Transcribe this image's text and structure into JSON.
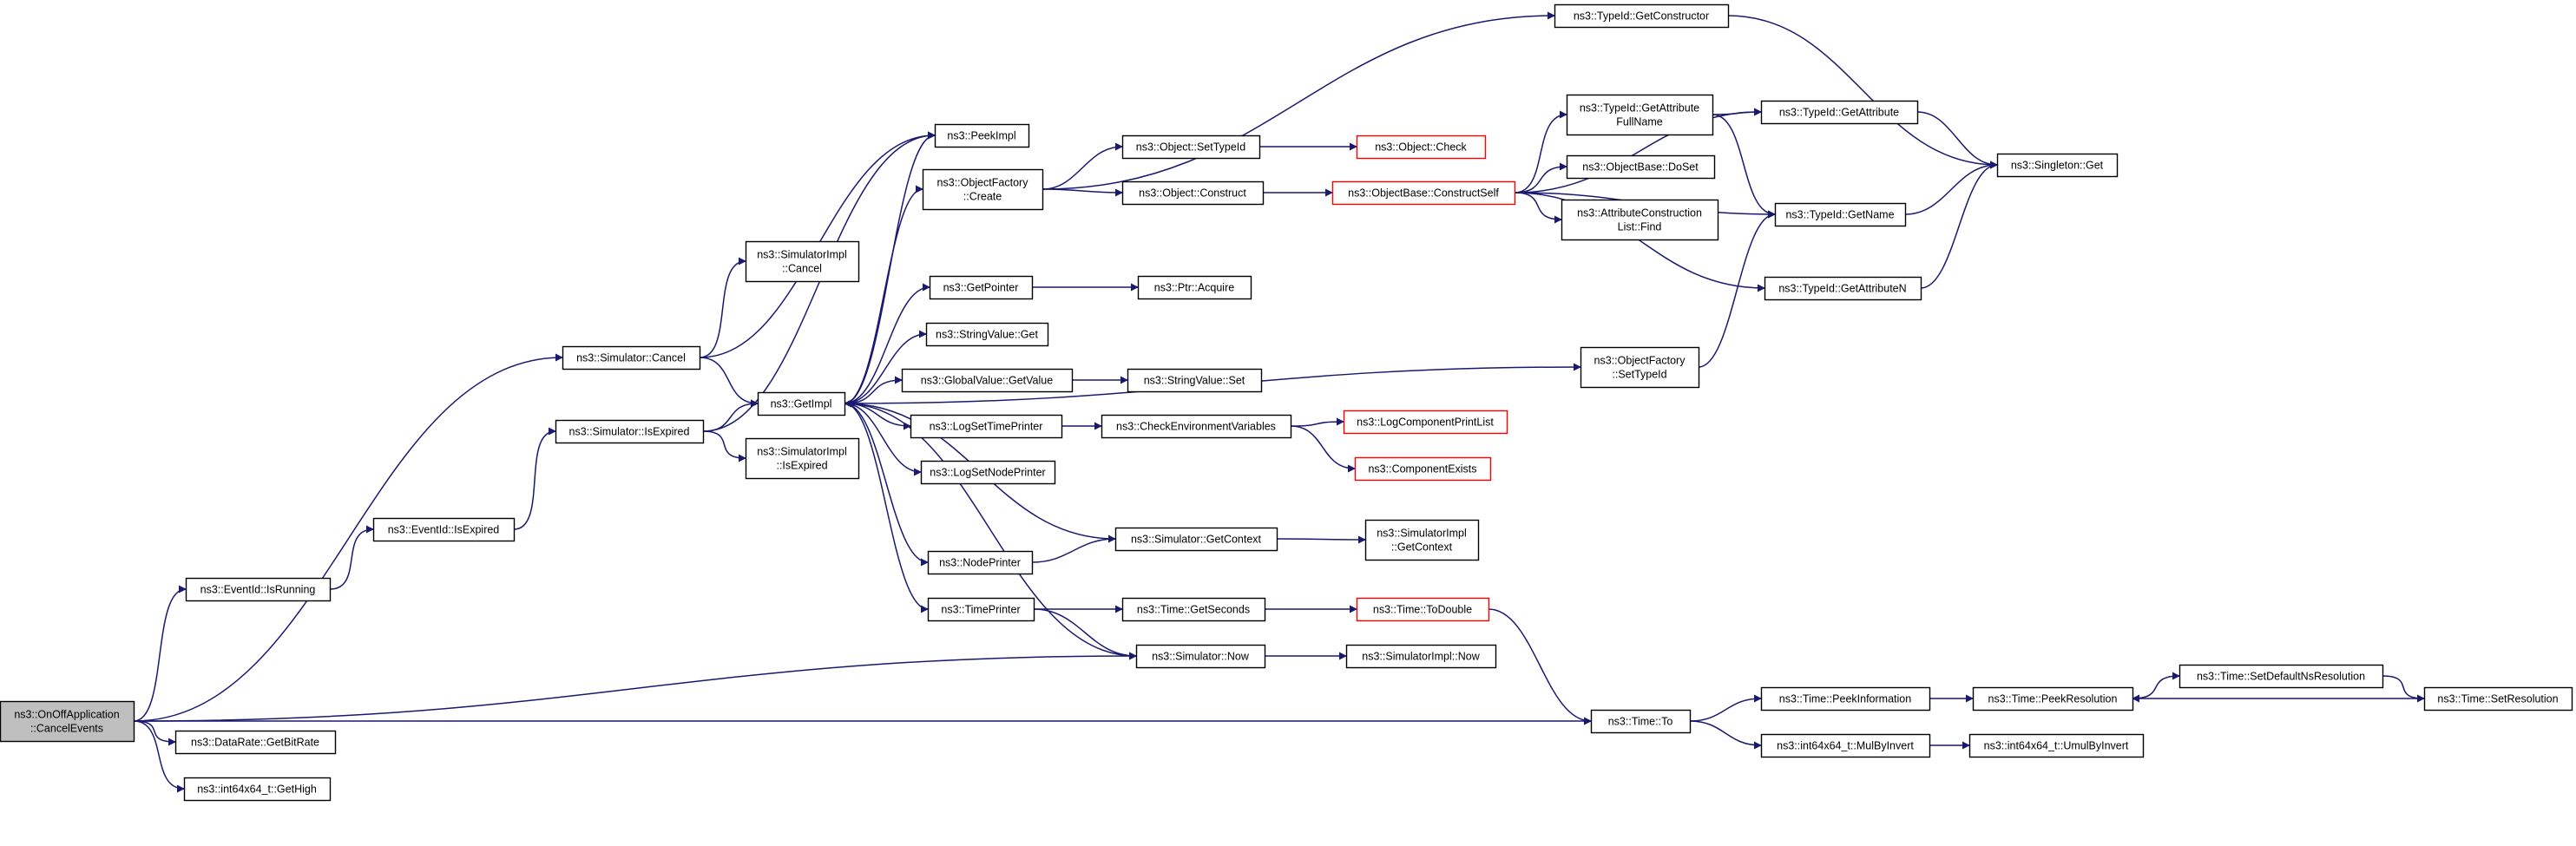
{
  "graph": {
    "edge_color": "#191970",
    "highlight_color": "#ff0000",
    "root_fill": "#bfbfbf",
    "nodes": [
      {
        "id": "root",
        "lines": [
          "ns3::OnOffApplication",
          "::CancelEvents"
        ],
        "style": "root"
      },
      {
        "id": "sim_cancel",
        "lines": [
          "ns3::Simulator::Cancel"
        ]
      },
      {
        "id": "eid_isrunning",
        "lines": [
          "ns3::EventId::IsRunning"
        ]
      },
      {
        "id": "datarate",
        "lines": [
          "ns3::DataRate::GetBitRate"
        ]
      },
      {
        "id": "int64_gethigh",
        "lines": [
          "ns3::int64x64_t::GetHigh"
        ]
      },
      {
        "id": "eid_isexpired",
        "lines": [
          "ns3::EventId::IsExpired"
        ]
      },
      {
        "id": "sim_isexpired",
        "lines": [
          "ns3::Simulator::IsExpired"
        ]
      },
      {
        "id": "simimpl_cancel",
        "lines": [
          "ns3::SimulatorImpl",
          "::Cancel"
        ]
      },
      {
        "id": "getimpl",
        "lines": [
          "ns3::GetImpl"
        ]
      },
      {
        "id": "simimpl_isexpired",
        "lines": [
          "ns3::SimulatorImpl",
          "::IsExpired"
        ]
      },
      {
        "id": "peekimpl",
        "lines": [
          "ns3::PeekImpl"
        ]
      },
      {
        "id": "objfactory_create",
        "lines": [
          "ns3::ObjectFactory",
          "::Create"
        ]
      },
      {
        "id": "getpointer",
        "lines": [
          "ns3::GetPointer"
        ]
      },
      {
        "id": "stringvalue_get",
        "lines": [
          "ns3::StringValue::Get"
        ]
      },
      {
        "id": "globalvalue_getvalue",
        "lines": [
          "ns3::GlobalValue::GetValue"
        ]
      },
      {
        "id": "logsettimeprinter",
        "lines": [
          "ns3::LogSetTimePrinter"
        ]
      },
      {
        "id": "logsetnodeprinter",
        "lines": [
          "ns3::LogSetNodePrinter"
        ]
      },
      {
        "id": "nodeprinter",
        "lines": [
          "ns3::NodePrinter"
        ]
      },
      {
        "id": "timeprinter",
        "lines": [
          "ns3::TimePrinter"
        ]
      },
      {
        "id": "typeid_getconstructor",
        "lines": [
          "ns3::TypeId::GetConstructor"
        ]
      },
      {
        "id": "object_settypeid",
        "lines": [
          "ns3::Object::SetTypeId"
        ]
      },
      {
        "id": "object_check",
        "lines": [
          "ns3::Object::Check"
        ],
        "style": "hl"
      },
      {
        "id": "object_construct",
        "lines": [
          "ns3::Object::Construct"
        ]
      },
      {
        "id": "objectbase_constructself",
        "lines": [
          "ns3::ObjectBase::ConstructSelf"
        ],
        "style": "hl"
      },
      {
        "id": "ptr_acquire",
        "lines": [
          "ns3::Ptr::Acquire"
        ]
      },
      {
        "id": "stringvalue_set",
        "lines": [
          "ns3::StringValue::Set"
        ]
      },
      {
        "id": "checkenv",
        "lines": [
          "ns3::CheckEnvironmentVariables"
        ]
      },
      {
        "id": "logcomponentprintlist",
        "lines": [
          "ns3::LogComponentPrintList"
        ],
        "style": "hl"
      },
      {
        "id": "componentexists",
        "lines": [
          "ns3::ComponentExists"
        ],
        "style": "hl"
      },
      {
        "id": "sim_getcontext",
        "lines": [
          "ns3::Simulator::GetContext"
        ]
      },
      {
        "id": "simimpl_getcontext",
        "lines": [
          "ns3::SimulatorImpl",
          "::GetContext"
        ]
      },
      {
        "id": "time_getseconds",
        "lines": [
          "ns3::Time::GetSeconds"
        ]
      },
      {
        "id": "time_todouble",
        "lines": [
          "ns3::Time::ToDouble"
        ],
        "style": "hl"
      },
      {
        "id": "sim_now",
        "lines": [
          "ns3::Simulator::Now"
        ]
      },
      {
        "id": "simimpl_now",
        "lines": [
          "ns3::SimulatorImpl::Now"
        ]
      },
      {
        "id": "typeid_getattributefullname",
        "lines": [
          "ns3::TypeId::GetAttribute",
          "FullName"
        ]
      },
      {
        "id": "objectbase_doset",
        "lines": [
          "ns3::ObjectBase::DoSet"
        ]
      },
      {
        "id": "attrconstruction_find",
        "lines": [
          "ns3::AttributeConstruction",
          "List::Find"
        ]
      },
      {
        "id": "objfactory_settypeid",
        "lines": [
          "ns3::ObjectFactory",
          "::SetTypeId"
        ]
      },
      {
        "id": "typeid_getattribute",
        "lines": [
          "ns3::TypeId::GetAttribute"
        ]
      },
      {
        "id": "typeid_getname",
        "lines": [
          "ns3::TypeId::GetName"
        ]
      },
      {
        "id": "typeid_getattributen",
        "lines": [
          "ns3::TypeId::GetAttributeN"
        ]
      },
      {
        "id": "singleton_get",
        "lines": [
          "ns3::Singleton::Get"
        ]
      },
      {
        "id": "time_to",
        "lines": [
          "ns3::Time::To"
        ]
      },
      {
        "id": "time_peekinformation",
        "lines": [
          "ns3::Time::PeekInformation"
        ]
      },
      {
        "id": "int64_mulbyinvert",
        "lines": [
          "ns3::int64x64_t::MulByInvert"
        ]
      },
      {
        "id": "time_peekresolution",
        "lines": [
          "ns3::Time::PeekResolution"
        ]
      },
      {
        "id": "int64_umulbyinvert",
        "lines": [
          "ns3::int64x64_t::UmulByInvert"
        ]
      },
      {
        "id": "time_setdefaultnsresolution",
        "lines": [
          "ns3::Time::SetDefaultNsResolution"
        ]
      },
      {
        "id": "time_setresolution",
        "lines": [
          "ns3::Time::SetResolution"
        ]
      }
    ],
    "edges": [
      [
        "root",
        "sim_cancel"
      ],
      [
        "root",
        "eid_isrunning"
      ],
      [
        "root",
        "datarate"
      ],
      [
        "root",
        "int64_gethigh"
      ],
      [
        "root",
        "sim_now"
      ],
      [
        "root",
        "time_to"
      ],
      [
        "eid_isrunning",
        "eid_isexpired"
      ],
      [
        "eid_isexpired",
        "sim_isexpired"
      ],
      [
        "sim_cancel",
        "simimpl_cancel"
      ],
      [
        "sim_cancel",
        "getimpl"
      ],
      [
        "sim_cancel",
        "peekimpl"
      ],
      [
        "sim_isexpired",
        "getimpl"
      ],
      [
        "sim_isexpired",
        "simimpl_isexpired"
      ],
      [
        "sim_isexpired",
        "peekimpl"
      ],
      [
        "getimpl",
        "peekimpl"
      ],
      [
        "getimpl",
        "objfactory_create"
      ],
      [
        "getimpl",
        "getpointer"
      ],
      [
        "getimpl",
        "stringvalue_get"
      ],
      [
        "getimpl",
        "globalvalue_getvalue"
      ],
      [
        "getimpl",
        "logsettimeprinter"
      ],
      [
        "getimpl",
        "logsetnodeprinter"
      ],
      [
        "getimpl",
        "nodeprinter"
      ],
      [
        "getimpl",
        "timeprinter"
      ],
      [
        "getimpl",
        "objfactory_settypeid"
      ],
      [
        "sim_getcontext",
        "getimpl"
      ],
      [
        "sim_now",
        "getimpl"
      ],
      [
        "objfactory_create",
        "typeid_getconstructor"
      ],
      [
        "objfactory_create",
        "object_settypeid"
      ],
      [
        "objfactory_create",
        "object_construct"
      ],
      [
        "object_settypeid",
        "object_check"
      ],
      [
        "object_construct",
        "objectbase_constructself"
      ],
      [
        "getpointer",
        "ptr_acquire"
      ],
      [
        "globalvalue_getvalue",
        "stringvalue_set"
      ],
      [
        "logsettimeprinter",
        "checkenv"
      ],
      [
        "checkenv",
        "logcomponentprintlist"
      ],
      [
        "checkenv",
        "componentexists"
      ],
      [
        "nodeprinter",
        "sim_getcontext"
      ],
      [
        "sim_getcontext",
        "simimpl_getcontext"
      ],
      [
        "timeprinter",
        "time_getseconds"
      ],
      [
        "timeprinter",
        "sim_now"
      ],
      [
        "time_getseconds",
        "time_todouble"
      ],
      [
        "time_todouble",
        "time_to"
      ],
      [
        "sim_now",
        "simimpl_now"
      ],
      [
        "objectbase_constructself",
        "typeid_getattributefullname"
      ],
      [
        "objectbase_constructself",
        "objectbase_doset"
      ],
      [
        "objectbase_constructself",
        "attrconstruction_find"
      ],
      [
        "objectbase_constructself",
        "typeid_getattribute"
      ],
      [
        "objectbase_constructself",
        "typeid_getname"
      ],
      [
        "objectbase_constructself",
        "typeid_getattributen"
      ],
      [
        "typeid_getattributefullname",
        "typeid_getattribute"
      ],
      [
        "typeid_getattributefullname",
        "typeid_getname"
      ],
      [
        "typeid_getattribute",
        "singleton_get"
      ],
      [
        "typeid_getname",
        "singleton_get"
      ],
      [
        "typeid_getattributen",
        "singleton_get"
      ],
      [
        "typeid_getconstructor",
        "singleton_get"
      ],
      [
        "objfactory_settypeid",
        "typeid_getname"
      ],
      [
        "time_to",
        "time_peekinformation"
      ],
      [
        "time_to",
        "int64_mulbyinvert"
      ],
      [
        "time_peekinformation",
        "time_peekresolution"
      ],
      [
        "int64_mulbyinvert",
        "int64_umulbyinvert"
      ],
      [
        "time_peekresolution",
        "time_setdefaultnsresolution"
      ],
      [
        "time_setdefaultnsresolution",
        "time_setresolution"
      ],
      [
        "time_setresolution",
        "time_peekresolution"
      ]
    ]
  }
}
